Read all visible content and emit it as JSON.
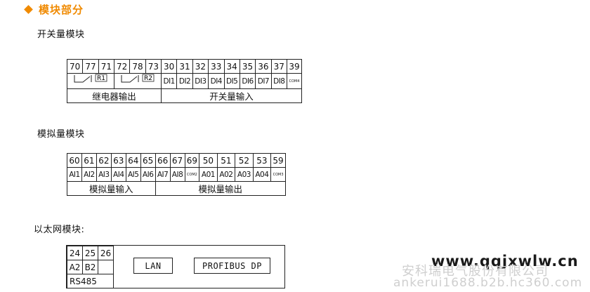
{
  "section": {
    "title": "模块部分",
    "icon": "diamond-bullet-icon",
    "accent": "#f08a00"
  },
  "switch_module": {
    "title": "开关量模块",
    "relay_terminals": [
      "70",
      "77",
      "71",
      "72",
      "78",
      "73"
    ],
    "relay_labels": [
      "R1",
      "R2"
    ],
    "di_terminals": [
      "30",
      "31",
      "32",
      "33",
      "34",
      "35",
      "36",
      "37",
      "39"
    ],
    "di_signals": [
      "DI1",
      "DI2",
      "DI3",
      "DI4",
      "DI5",
      "DI6",
      "DI7",
      "DI8",
      "COM4"
    ],
    "group_labels": [
      "继电器输出",
      "开关量输入"
    ]
  },
  "analog_module": {
    "title": "模拟量模块",
    "terminals": [
      "60",
      "61",
      "62",
      "63",
      "64",
      "65",
      "66",
      "67",
      "69",
      "50",
      "51",
      "52",
      "53",
      "59"
    ],
    "signals": [
      "AI1",
      "AI2",
      "AI3",
      "AI4",
      "AI5",
      "AI6",
      "AI7",
      "AI8",
      "COM2",
      "A01",
      "A02",
      "A03",
      "A04",
      "COM3"
    ],
    "group_labels": [
      "模拟量输入",
      "模拟量输出"
    ]
  },
  "ethernet_module": {
    "title": "以太网模块:",
    "terminals": [
      "24",
      "25",
      "26"
    ],
    "signals": [
      "A2",
      "B2",
      ""
    ],
    "bus_label": "RS485",
    "lan_label": "LAN",
    "profibus_label": "PROFIBUS  DP"
  },
  "watermark": {
    "url": "www.qqjxwlw.cn",
    "company": "安科瑞电气股份有限公司",
    "domain": "ankerui1688.b2b.hc360.com"
  }
}
